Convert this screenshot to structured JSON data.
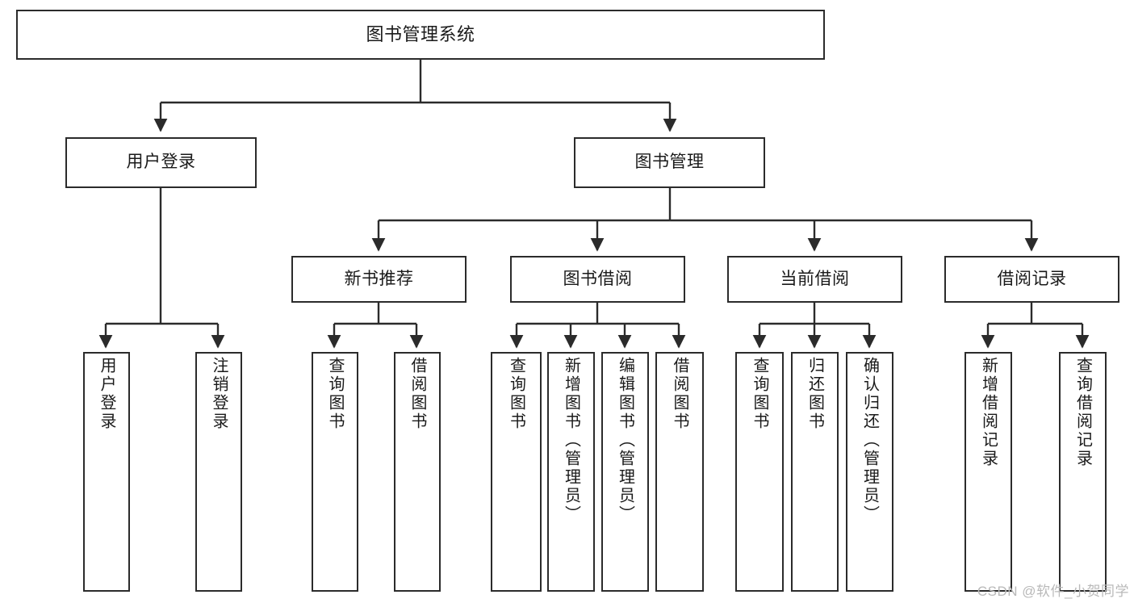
{
  "diagram": {
    "title": "图书管理系统",
    "type": "tree-hierarchy",
    "root": {
      "id": "root",
      "label": "图书管理系统"
    },
    "level2": [
      {
        "id": "user-login",
        "label": "用户登录"
      },
      {
        "id": "book-mgmt",
        "label": "图书管理"
      }
    ],
    "level3": [
      {
        "id": "new-book-rec",
        "label": "新书推荐"
      },
      {
        "id": "book-borrow",
        "label": "图书借阅"
      },
      {
        "id": "current-borrow",
        "label": "当前借阅"
      },
      {
        "id": "borrow-record",
        "label": "借阅记录"
      }
    ],
    "leaves": {
      "user_login": [
        {
          "id": "leaf-user-login",
          "label": "用户登录"
        },
        {
          "id": "leaf-logout",
          "label": "注销登录"
        }
      ],
      "new_book_rec": [
        {
          "id": "leaf-query-book-1",
          "label": "查询图书"
        },
        {
          "id": "leaf-borrow-book-1",
          "label": "借阅图书"
        }
      ],
      "book_borrow": [
        {
          "id": "leaf-query-book-2",
          "label": "查询图书"
        },
        {
          "id": "leaf-add-book",
          "label": "新增图书（管理员）"
        },
        {
          "id": "leaf-edit-book",
          "label": "编辑图书（管理员）"
        },
        {
          "id": "leaf-borrow-book-2",
          "label": "借阅图书"
        }
      ],
      "current_borrow": [
        {
          "id": "leaf-query-book-3",
          "label": "查询图书"
        },
        {
          "id": "leaf-return-book",
          "label": "归还图书"
        },
        {
          "id": "leaf-confirm-return",
          "label": "确认归还（管理员）"
        }
      ],
      "borrow_record": [
        {
          "id": "leaf-add-record",
          "label": "新增借阅记录"
        },
        {
          "id": "leaf-query-record",
          "label": "查询借阅记录"
        }
      ]
    }
  },
  "watermark": {
    "text": "CSDN @软件_小贺同学"
  },
  "colors": {
    "stroke": "#2b2b2b",
    "background": "#ffffff",
    "text": "#1a1a1a",
    "watermark": "#b9b9b9"
  }
}
